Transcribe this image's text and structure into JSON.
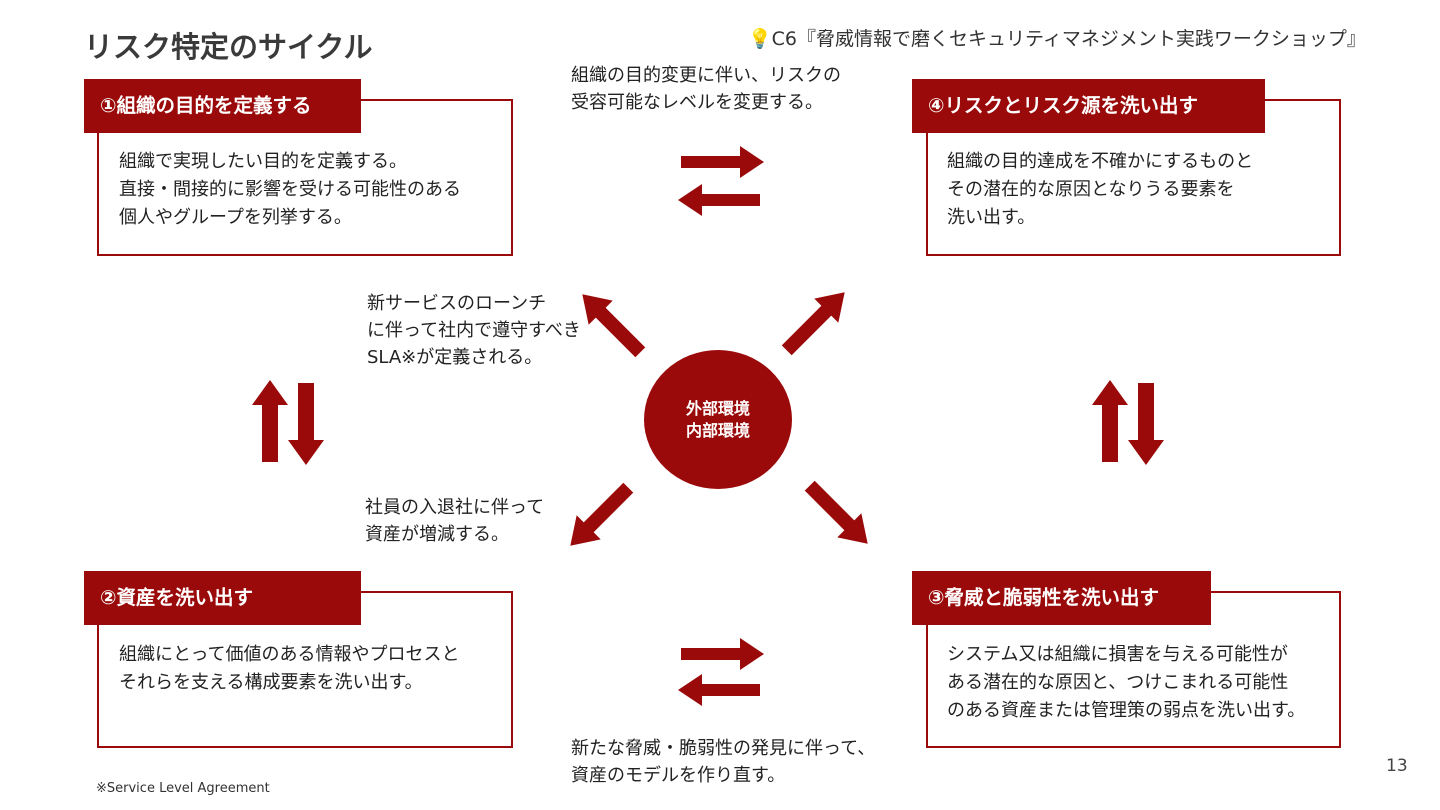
{
  "slide": {
    "title": "リスク特定のサイクル",
    "series": "💡C6『脅威情報で磨くセキュリティマネジメント実践ワークショップ』",
    "page_number": "13",
    "footnote": "※Service Level Agreement"
  },
  "center": {
    "line1": "外部環境",
    "line2": "内部環境"
  },
  "steps": [
    {
      "label": "①組織の目的を定義する",
      "text": "組織で実現したい目的を定義する。\n直接・間接的に影響を受ける可能性のある\n個人やグループを列挙する。"
    },
    {
      "label": "②資産を洗い出す",
      "text": "組織にとって価値のある情報やプロセスと\nそれらを支える構成要素を洗い出す。"
    },
    {
      "label": "③脅威と脆弱性を洗い出す",
      "text": "システム又は組織に損害を与える可能性が\nある潜在的な原因と、つけこまれる可能性\nのある資産または管理策の弱点を洗い出す。"
    },
    {
      "label": "④リスクとリスク源を洗い出す",
      "text": "組織の目的達成を不確かにするものと\nその潜在的な原因となりうる要素を\n洗い出す。"
    }
  ],
  "notes": {
    "top": "組織の目的変更に伴い、リスクの\n受容可能なレベルを変更する。",
    "upper_left": "新サービスのローンチ\nに伴って社内で遵守すべき\nSLA※が定義される。",
    "lower_left": "社員の入退社に伴って\n資産が増減する。",
    "bottom": "新たな脅威・脆弱性の発見に伴って、\n資産のモデルを作り直す。"
  },
  "colors": {
    "accent": "#9b0a0a",
    "text": "#222222"
  }
}
